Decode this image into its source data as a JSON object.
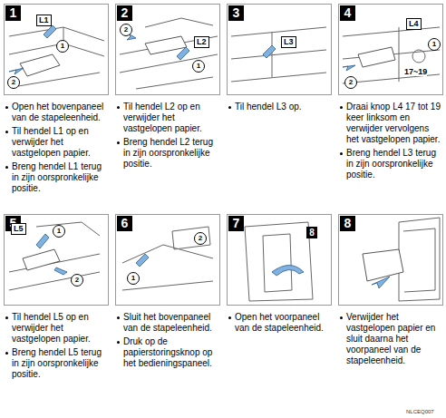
{
  "diagram": {
    "nodes": [
      {
        "text": [
          "1"
        ]
      },
      {
        "text": [
          "2"
        ]
      },
      {
        "text": [
          "3"
        ]
      },
      {
        "text": [
          "4"
        ]
      },
      {
        "text": [
          "5"
        ]
      },
      {
        "text": [
          "6"
        ]
      },
      {
        "text": [
          "7"
        ]
      },
      {
        "text": [
          "8"
        ]
      }
    ],
    "labels": [
      "L1",
      "1",
      "2",
      "Open het bovenpaneel van de stapeleenheid.",
      "Til hendel L1 op en verwijder het vastgelopen papier.",
      "Breng hendel L1 terug in zijn oorspronkelijke positie.",
      "2",
      "L2",
      "1",
      "Til hendel L2 op en verwijder het vastgelopen papier.",
      "Breng hendel L2 terug in zijn oorspronkelijke positie.",
      "L3",
      "Til hendel L3 op.",
      "L4",
      "1",
      "17~19",
      "2",
      "Draai knop L4 17 tot 19 keer linksom en verwijder vervolgens het vastgelopen papier.",
      "Breng hendel L3 terug in zijn oorspronkelijke positie.",
      "L5",
      "1",
      "2",
      "Til hendel L5 op en verwijder het vastgelopen papier.",
      "Breng hendel L5 terug in zijn oorspronkelijke positie.",
      "2",
      "1",
      "Sluit het bovenpaneel van de stapeleenheid.",
      "Druk op de papierstoringsknop op het bedieningspaneel.",
      "8",
      "Open het voorpaneel van de stapeleenheid.",
      "Verwijder het vastgelopen papier en sluit daarna het voorpaneel van de stapeleenheid.",
      "NLCEQ007"
    ]
  }
}
